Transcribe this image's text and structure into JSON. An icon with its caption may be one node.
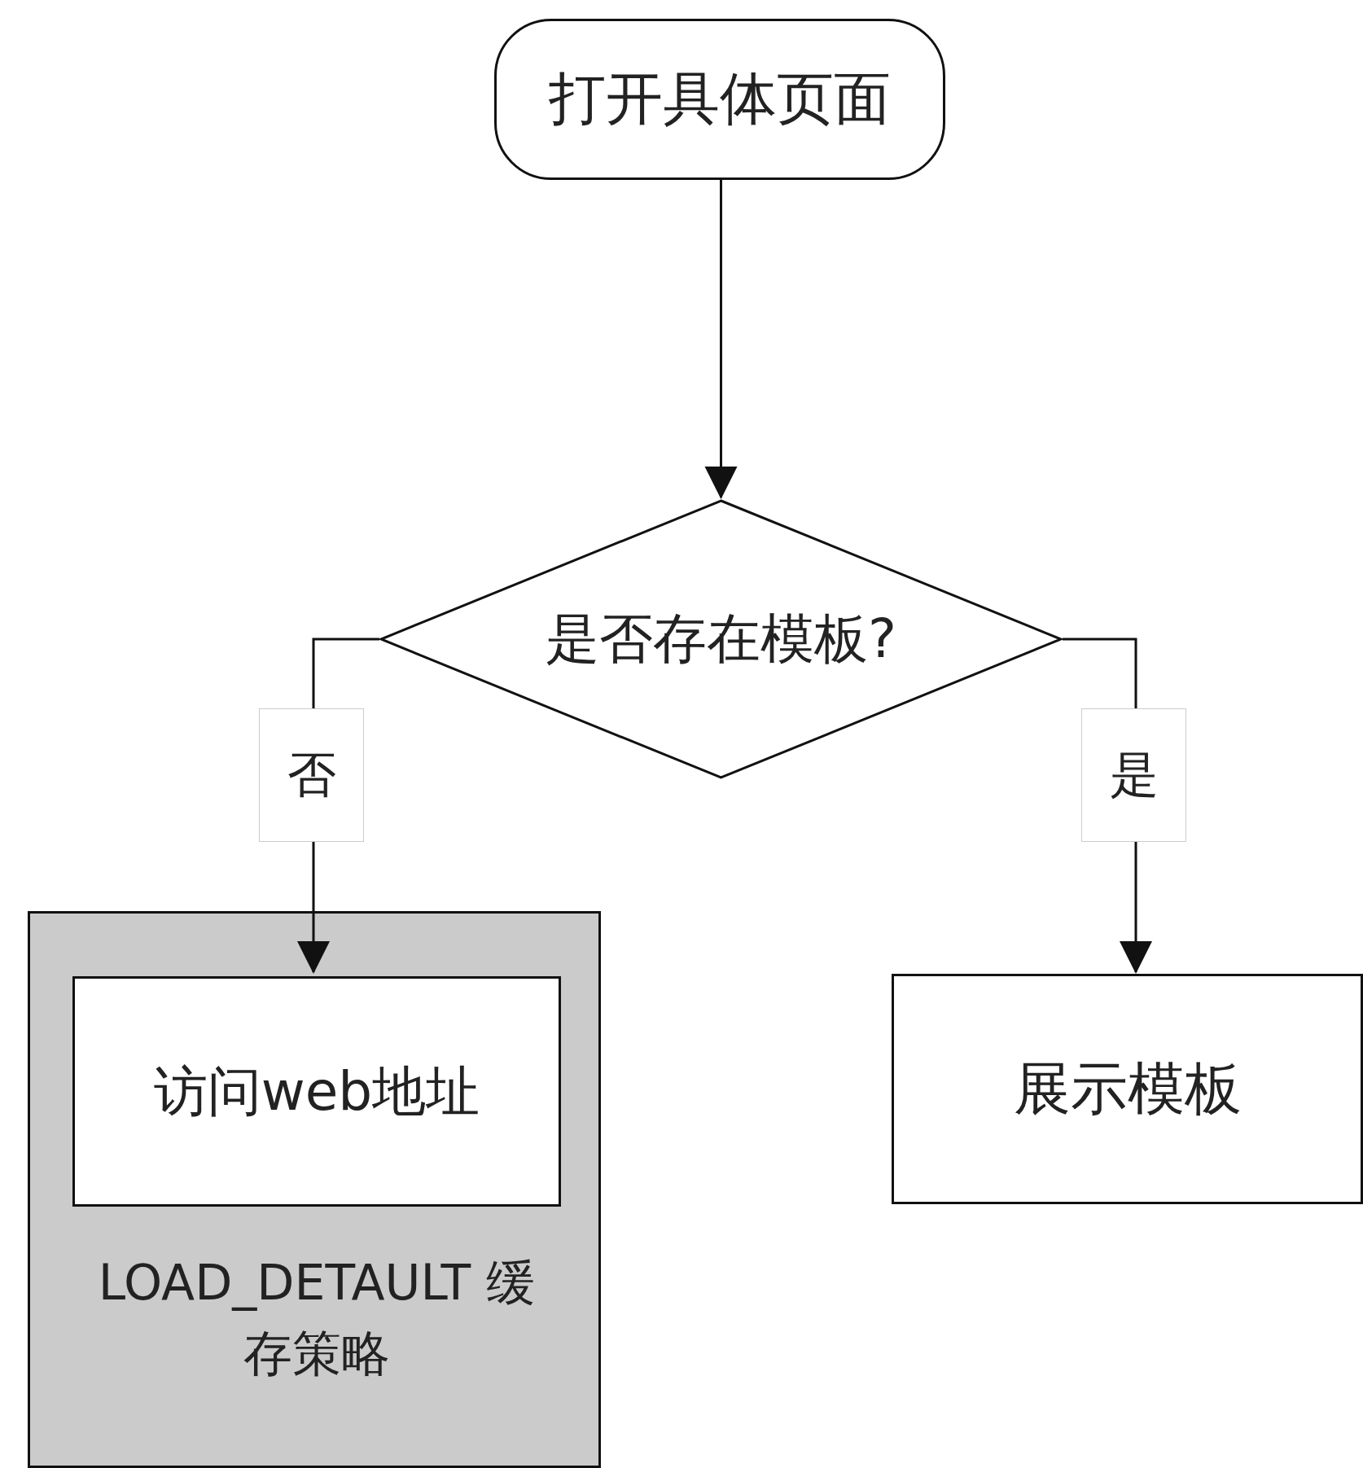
{
  "diagram": {
    "nodes": [
      {
        "text": [
          "打开具体页面"
        ]
      },
      {
        "text": [
          "是否存在模板?"
        ]
      },
      {
        "text": [
          "LOAD_DETAULT 缓存策略"
        ]
      },
      {
        "text": [
          "访问web地址"
        ],
        "in": 2
      },
      {
        "text": [
          "展示模板"
        ]
      }
    ],
    "edges": [
      {
        "from": 0,
        "to": 1,
        "arrow": "to"
      },
      {
        "from": 1,
        "to": 3,
        "arrow": "to",
        "label": "否"
      },
      {
        "from": 1,
        "to": 4,
        "arrow": "to",
        "label": "是"
      }
    ]
  }
}
